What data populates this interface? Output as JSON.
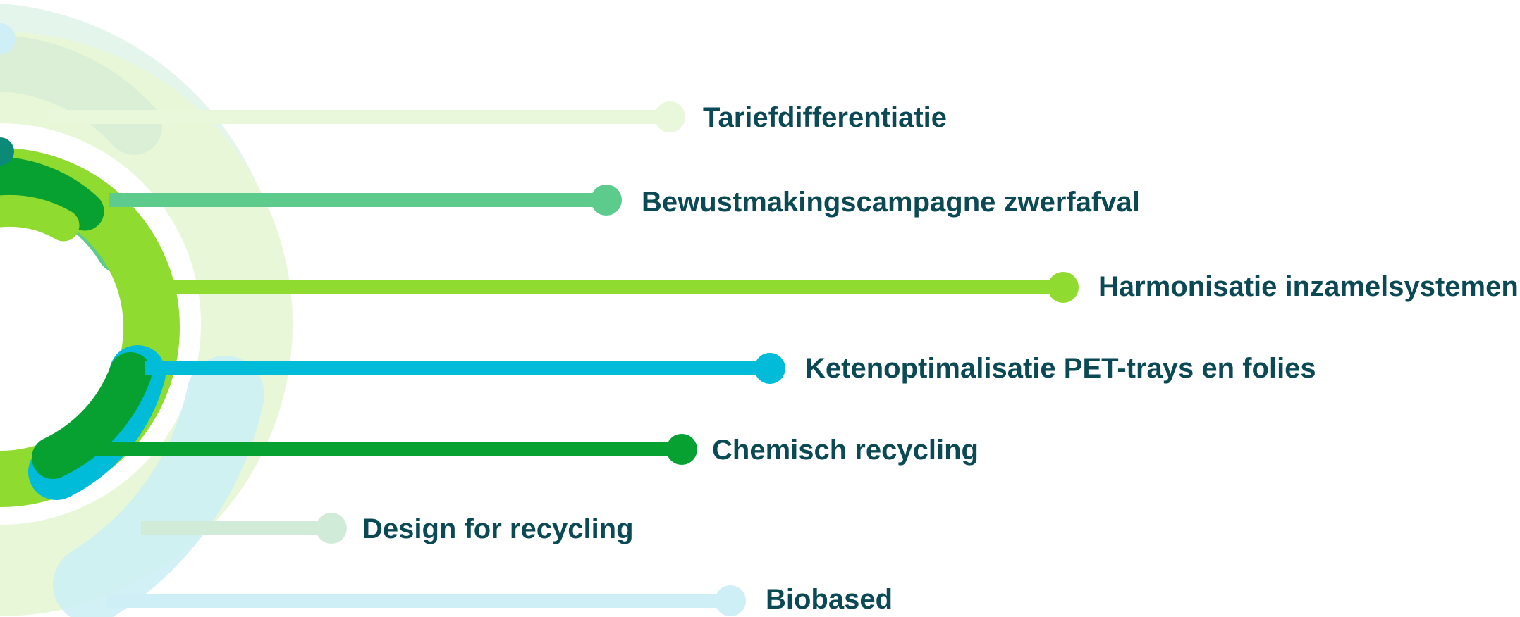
{
  "colors": {
    "text": "#0b4a55",
    "pale_mint": "#dff3e9",
    "pale_lime": "#e8f7d8",
    "pale_cyan": "#cdeff5",
    "soft_green": "#cfe9d5",
    "mid_green": "#5ccb8c",
    "lime": "#8fdb30",
    "cyan": "#00bcd8",
    "dark_green": "#06a130",
    "deep_teal": "#0a8a77"
  },
  "items": [
    {
      "label": "Tariefdifferentiatie",
      "color": "#e9f7da"
    },
    {
      "label": "Bewustmakingscampagne zwerfafval",
      "color": "#5ccb8c"
    },
    {
      "label": "Harmonisatie inzamelsystemen",
      "color": "#8fdb30"
    },
    {
      "label": "Ketenoptimalisatie PET-trays en folies",
      "color": "#00bcd8"
    },
    {
      "label": "Chemisch recycling",
      "color": "#06a130"
    },
    {
      "label": "Design for recycling",
      "color": "#d1ebd9"
    },
    {
      "label": "Biobased",
      "color": "#cdeff5"
    }
  ]
}
